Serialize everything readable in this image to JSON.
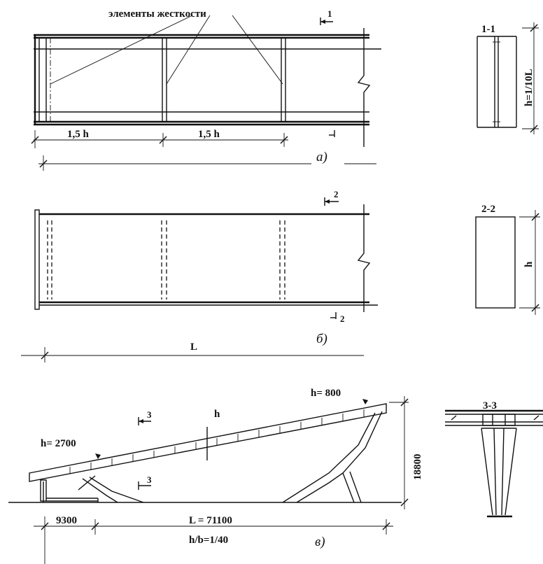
{
  "labels": {
    "stiffeners": "элементы жесткости",
    "cut1": "1",
    "cut1_section": "1-1",
    "h_ratio": "h=1/10L",
    "spacing1": "1,5 h",
    "spacing2": "1,5 h",
    "fig_a": "а)",
    "cut2": "2",
    "cut2_section": "2-2",
    "h_symbol": "h",
    "L_symbol": "L",
    "fig_b": "б)",
    "h_right": "h= 800",
    "h_left": "h= 2700",
    "cut3": "3",
    "cut3_section": "3-3",
    "height_dim": "18800",
    "dim_9300": "9300",
    "dim_L": "L = 71100",
    "ratio_hb": "h/b=1/40",
    "fig_v": "в)"
  }
}
